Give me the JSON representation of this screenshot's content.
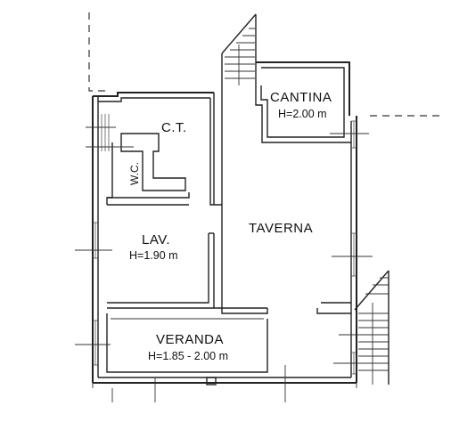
{
  "rooms": {
    "cantina": {
      "name": "CANTINA",
      "height": "H=2.00 m"
    },
    "ct": {
      "name": "C.T."
    },
    "wc": {
      "name": "W.C."
    },
    "taverna": {
      "name": "TAVERNA"
    },
    "lav": {
      "name": "LAV.",
      "height": "H=1.90 m"
    },
    "veranda": {
      "name": "VERANDA",
      "height": "H=1.85 - 2.00 m"
    }
  }
}
